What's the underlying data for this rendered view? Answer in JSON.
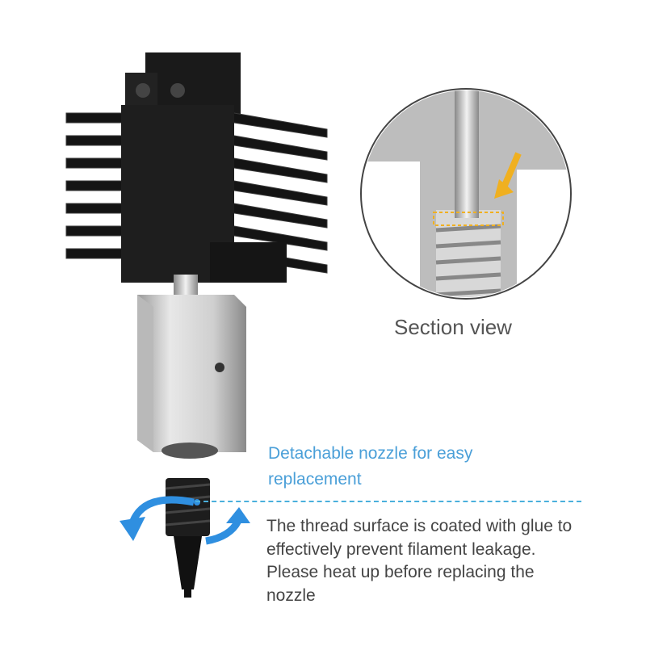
{
  "section_view": {
    "label": "Section view"
  },
  "feature": {
    "title": "Detachable nozzle for easy replacement",
    "description": "The thread surface is coated with glue to effectively prevent filament leakage. Please heat up before replacing the nozzle"
  },
  "colors": {
    "accent_blue": "#2f8fe0",
    "title_blue": "#4a9fd8",
    "arrow_yellow": "#f0b020"
  }
}
